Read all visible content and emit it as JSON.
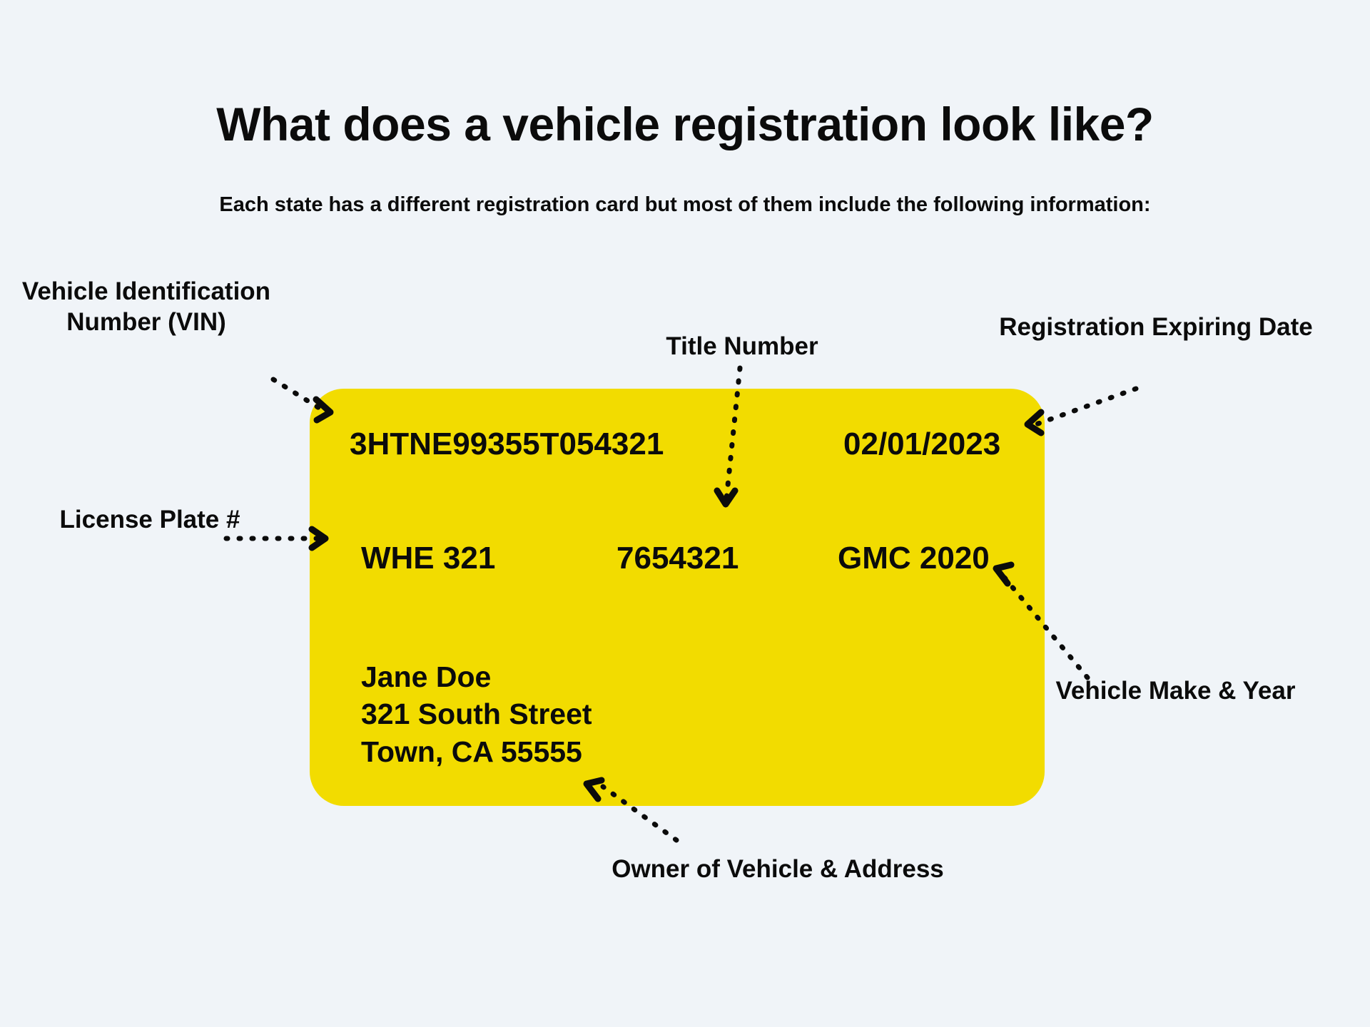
{
  "page": {
    "background_color": "#F0F4F8",
    "title": "What does a vehicle registration look like?",
    "subtitle": "Each state has a different registration card but most of them include the following information:"
  },
  "card": {
    "background_color": "#F2DC00",
    "text_color": "#0B0B0B",
    "fields": {
      "vin": "3HTNE99355T054321",
      "expiring_date": "02/01/2023",
      "license_plate": "WHE 321",
      "title_number": "7654321",
      "make_and_year": "GMC 2020"
    },
    "owner": {
      "name": "Jane Doe",
      "street": "321 South Street",
      "city_state_zip": "Town, CA 55555"
    }
  },
  "callouts": {
    "vin": "Vehicle Identification Number (VIN)",
    "license_plate": "License Plate #",
    "title_number": "Title Number",
    "expiring_date": "Registration Expiring Date",
    "make_and_year": "Vehicle Make & Year",
    "owner": "Owner of Vehicle & Address"
  }
}
